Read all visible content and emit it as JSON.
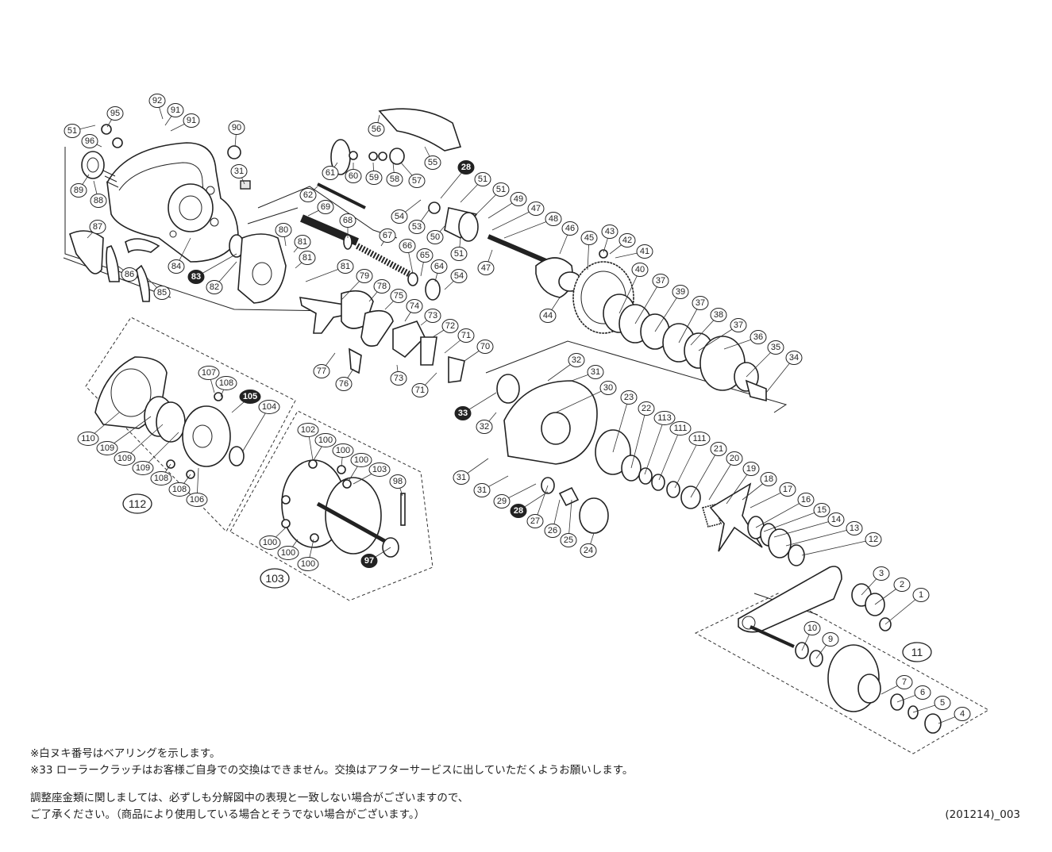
{
  "notes": {
    "bearing_note": "※白ヌキ番号はベアリングを示します。",
    "clutch_note": "※33 ローラークラッチはお客様ご自身での交換はできません。交換はアフターサービスに出していただくようお願いします。",
    "shim_note_1": "調整座金類に関しましては、必ずしも分解図中の表現と一致しない場合がございますので、",
    "shim_note_2": "ご了承ください。（商品により使用している場合とそうでない場合がございます。）",
    "diagram_code": "(201214)_003"
  },
  "callouts": [
    "1",
    "2",
    "3",
    "4",
    "5",
    "6",
    "7",
    "9",
    "10",
    "11",
    "12",
    "13",
    "14",
    "15",
    "16",
    "17",
    "18",
    "19",
    "20",
    "21",
    "22",
    "23",
    "24",
    "25",
    "26",
    "27",
    "28",
    "29",
    "30",
    "31",
    "32",
    "33",
    "34",
    "35",
    "36",
    "37",
    "38",
    "39",
    "40",
    "41",
    "42",
    "43",
    "44",
    "45",
    "46",
    "47",
    "48",
    "49",
    "50",
    "51",
    "53",
    "54",
    "55",
    "56",
    "57",
    "58",
    "59",
    "60",
    "61",
    "62",
    "64",
    "65",
    "66",
    "67",
    "68",
    "69",
    "70",
    "71",
    "72",
    "73",
    "74",
    "75",
    "76",
    "77",
    "78",
    "79",
    "80",
    "81",
    "82",
    "83",
    "84",
    "85",
    "86",
    "87",
    "88",
    "89",
    "90",
    "91",
    "92",
    "95",
    "96",
    "97",
    "98",
    "100",
    "102",
    "103",
    "104",
    "105",
    "106",
    "107",
    "108",
    "109",
    "110",
    "111",
    "112",
    "113"
  ],
  "bearing_callouts": [
    "28",
    "33",
    "83",
    "97",
    "105"
  ],
  "assembly_callouts": [
    "11",
    "103",
    "112"
  ]
}
